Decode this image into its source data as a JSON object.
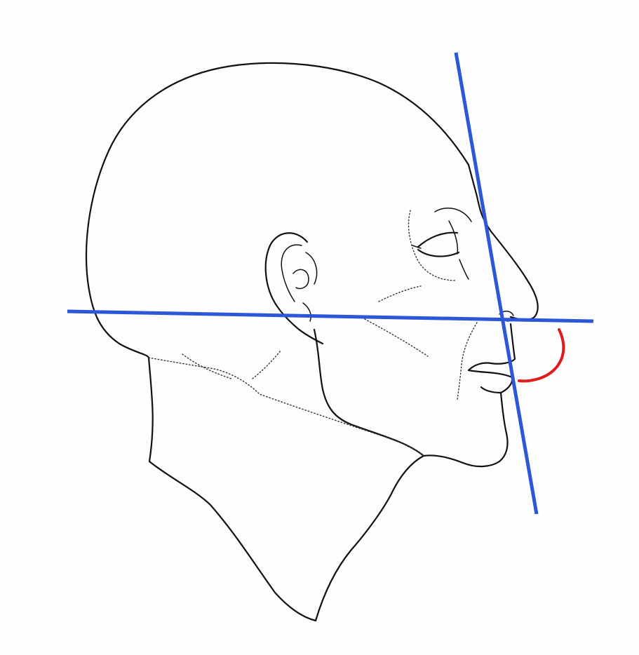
{
  "diagram": {
    "subject": "head-profile-right-facing",
    "colors": {
      "outline": "#111111",
      "reference_lines": "#2b57d8",
      "angle_arc": "#e01b1b",
      "background": "#fdfdfd"
    },
    "elements": [
      "head-outline",
      "ear",
      "eye",
      "nose",
      "lips",
      "chin",
      "neck",
      "horizontal-reference-line",
      "facial-profile-line",
      "nasolabial-angle-arc"
    ]
  }
}
